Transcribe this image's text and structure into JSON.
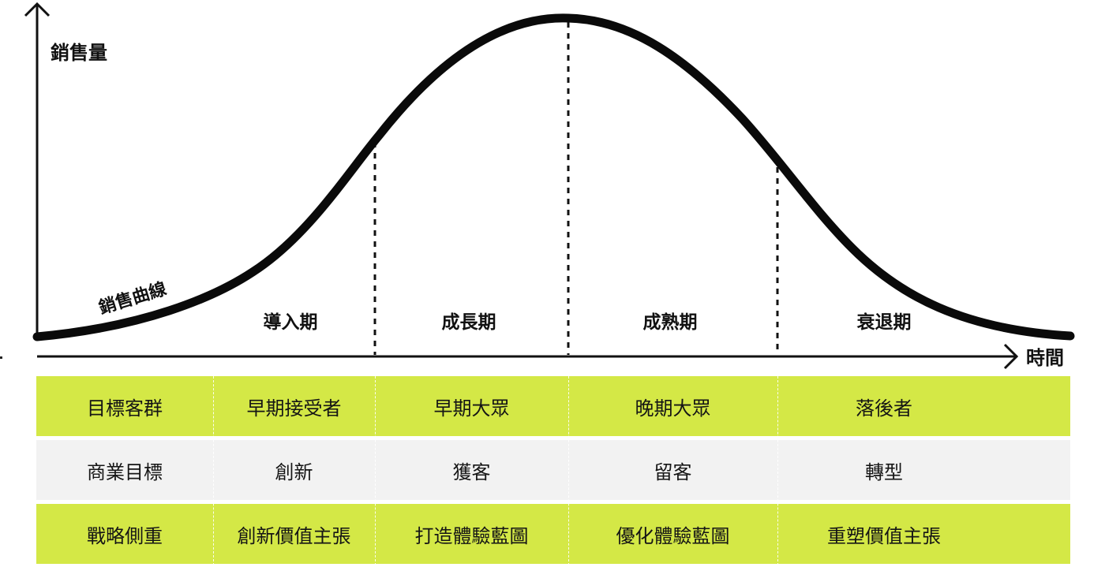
{
  "diagram": {
    "y_axis_label": "銷售量",
    "x_axis_label": "時間",
    "curve_label": "銷售曲線",
    "stages": [
      "導入期",
      "成長期",
      "成熟期",
      "衰退期"
    ]
  },
  "table": {
    "rows": [
      {
        "header": "目標客群",
        "cells": [
          "早期接受者",
          "早期大眾",
          "晚期大眾",
          "落後者"
        ],
        "color": "#d4e846"
      },
      {
        "header": "商業目標",
        "cells": [
          "創新",
          "獲客",
          "留客",
          "轉型"
        ],
        "color": "#f2f2f2"
      },
      {
        "header": "戰略側重",
        "cells": [
          "創新價值主張",
          "打造體驗藍圖",
          "優化體驗藍圖",
          "重塑價值主張"
        ],
        "color": "#d4e846"
      }
    ]
  }
}
